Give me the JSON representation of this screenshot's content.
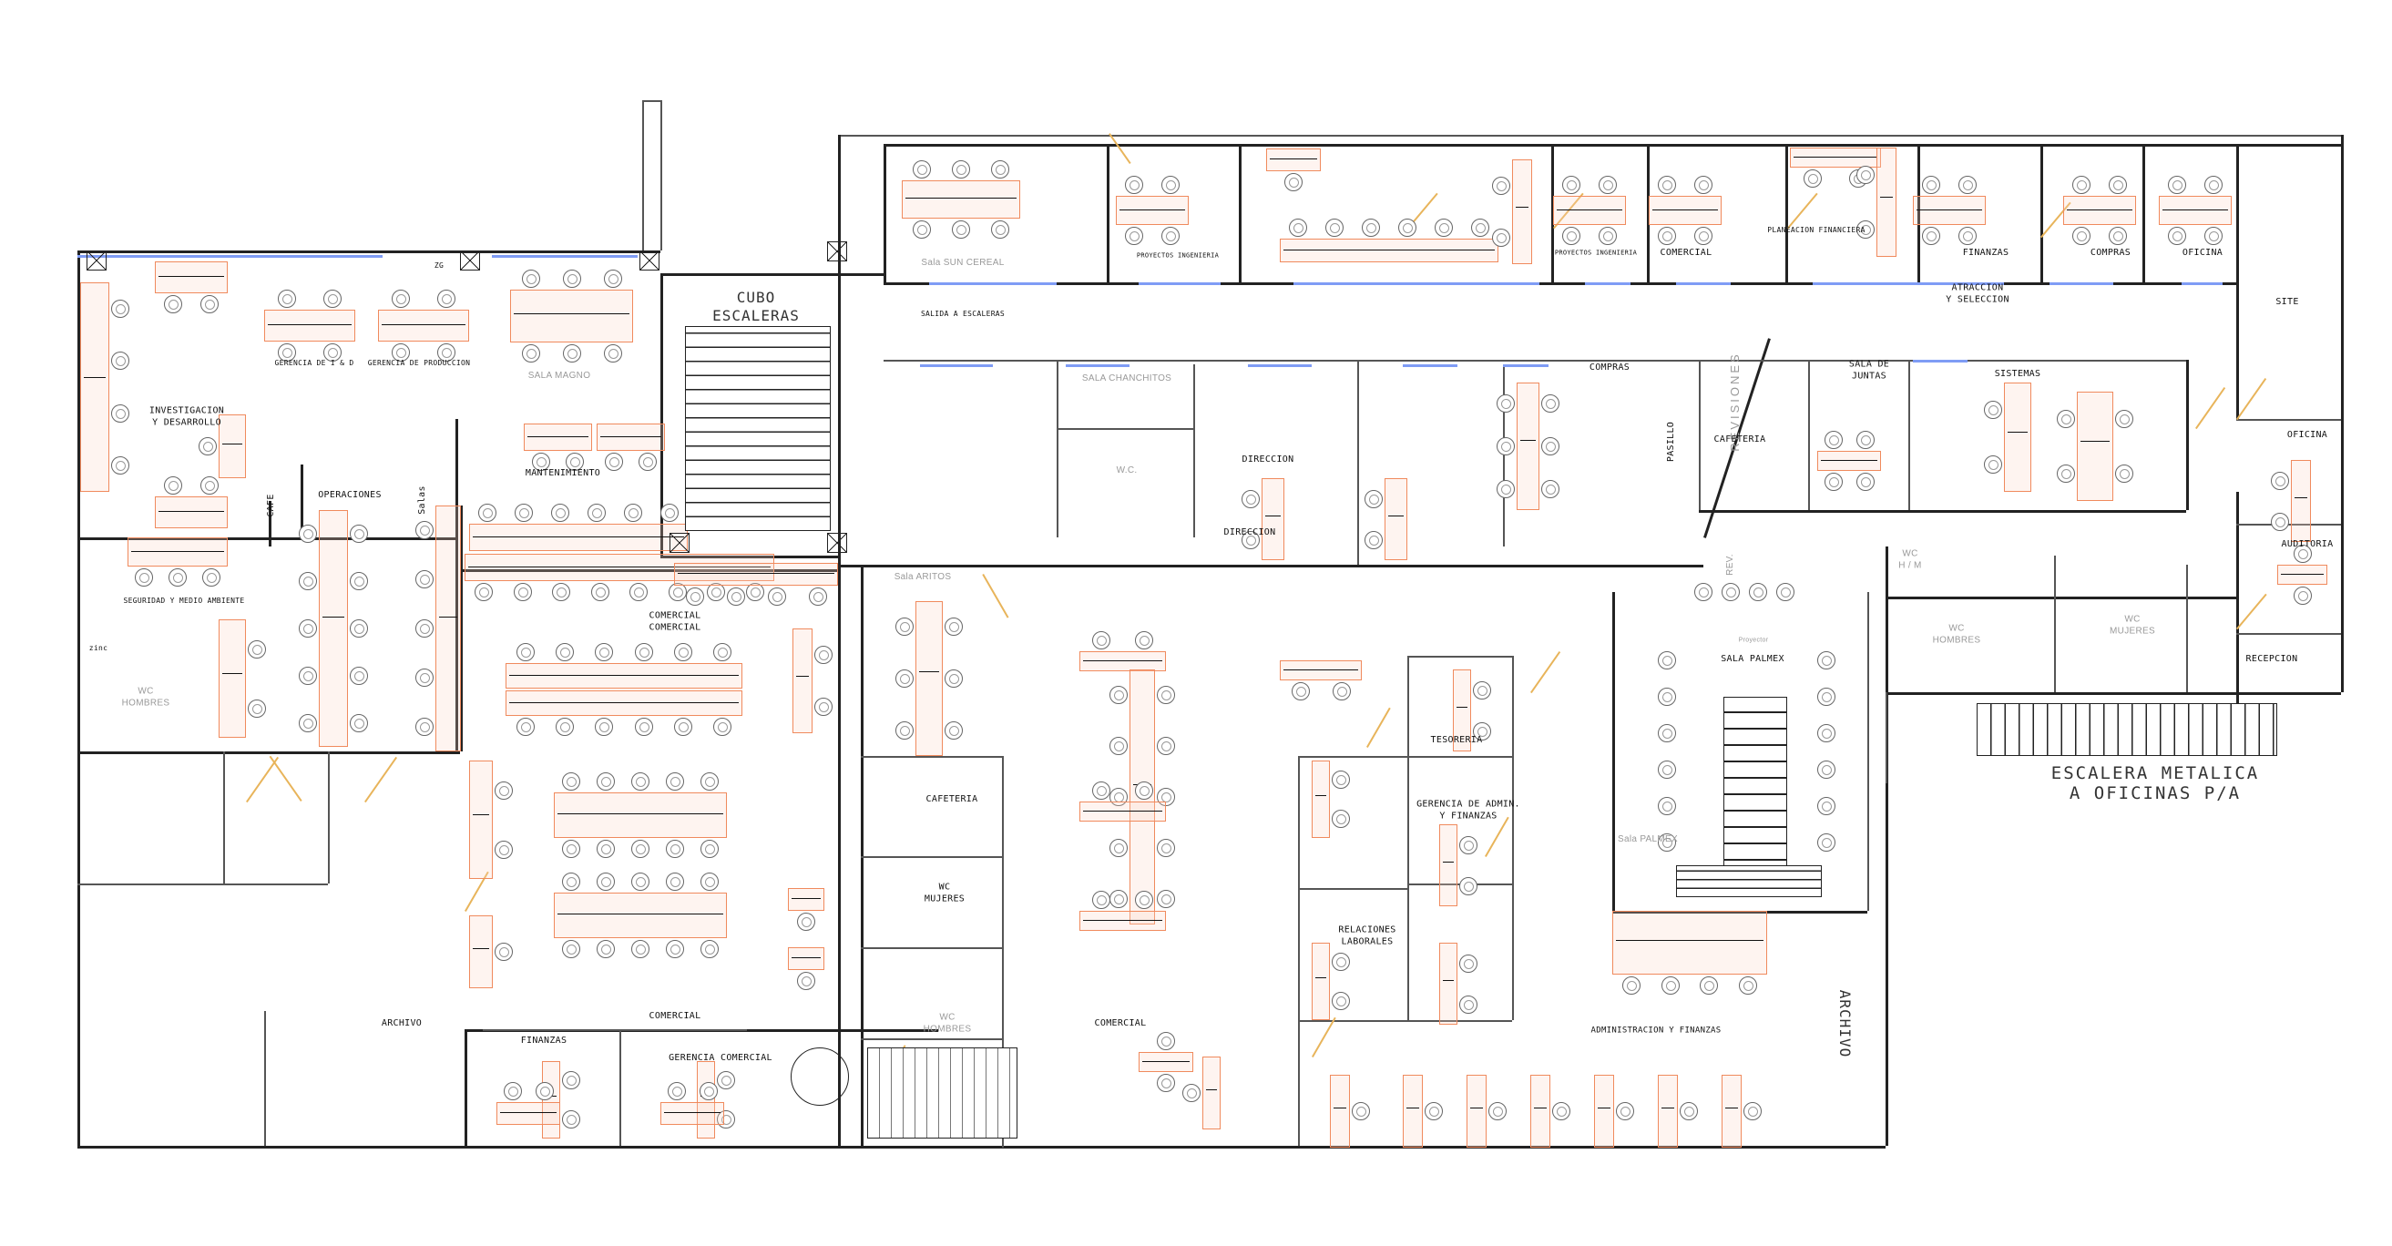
{
  "title": "Planta arquitectónica de oficinas",
  "rooms": {
    "investigacion": "INVESTIGACION\nY DESARROLLO",
    "gerencia_id": "GERENCIA DE I & D",
    "gerencia_produccion": "GERENCIA DE PRODUCCION",
    "sala_magno": "SALA MAGNO",
    "cubo_escaleras": "CUBO\nESCALERAS",
    "operaciones": "OPERACIONES",
    "cafe": "CAFE",
    "salas": "Salas",
    "mantenimiento": "MANTENIMIENTO",
    "seguridad": "SEGURIDAD Y MEDIO AMBIENTE",
    "zinc": "zinc",
    "wc_hombres_left": "WC\nHOMBRES",
    "comercial_comercial": "COMERCIAL\nCOMERCIAL",
    "sala_sun_cereal": "Sala SUN CEREAL",
    "salida_escaleras": "SALIDA A ESCALERAS",
    "proyectos_ingenieria_1": "PROYECTOS INGENIERIA",
    "proyectos_ingenieria_2": "PROYECTOS INGENIERIA",
    "comercial_top": "COMERCIAL",
    "planeacion_financiera": "PLANEACION FINANCIERA",
    "finanzas_top": "FINANZAS",
    "compras_top": "COMPRAS",
    "oficina_top": "OFICINA",
    "atraccion": "ATRACCION\nY SELECCION",
    "site": "SITE",
    "sala_chanchitos": "SALA CHANCHITOS",
    "wc_mid": "W.C.",
    "direccion_1": "DIRECCION",
    "direccion_2": "DIRECCION",
    "compras_mid": "COMPRAS",
    "pasillo": "PASILLO",
    "revisiones": "REVISIONES",
    "cafeteria_right": "CAFETERIA",
    "sala_juntas": "SALA DE\nJUNTAS",
    "sistemas": "SISTEMAS",
    "oficina_right": "OFICINA",
    "auditoria": "AUDITORIA",
    "wc_hm": "WC\nH / M",
    "wc_hombres_right": "WC\nHOMBRES",
    "wc_mujeres_right": "WC\nMUJERES",
    "recepcion": "RECEPCION",
    "escalera_metalica": "ESCALERA METALICA\nA OFICINAS P/A",
    "sala_aritos": "Sala ARITOS",
    "sala_palmex": "SALA PALMEX",
    "sala_palmex_small": "Sala PALMEX",
    "projector": "Proyector",
    "rev": "REV.",
    "tesoreria": "TESORERIA",
    "gerencia_admin": "GERENCIA DE ADMIN.\nY FINANZAS",
    "relaciones": "RELACIONES\nLABORALES",
    "admin_finanzas": "ADMINISTRACION Y FINANZAS",
    "archivo_right": "ARCHIVO",
    "cafeteria_center": "CAFETERIA",
    "wc_mujeres_center": "WC\nMUJERES",
    "wc_hombres_center": "WC\nHOMBRES",
    "comercial_bottom_center": "COMERCIAL",
    "comercial_bottom_left": "COMERCIAL",
    "archivo_left": "ARCHIVO",
    "finanzas_bottom": "FINANZAS",
    "gerencia_comercial": "GERENCIA COMERCIAL",
    "zg": "ZG"
  },
  "colors": {
    "wall": "#222222",
    "window": "#7f9cf5",
    "furniture": "#f08a5d",
    "door": "#e8b45a"
  }
}
